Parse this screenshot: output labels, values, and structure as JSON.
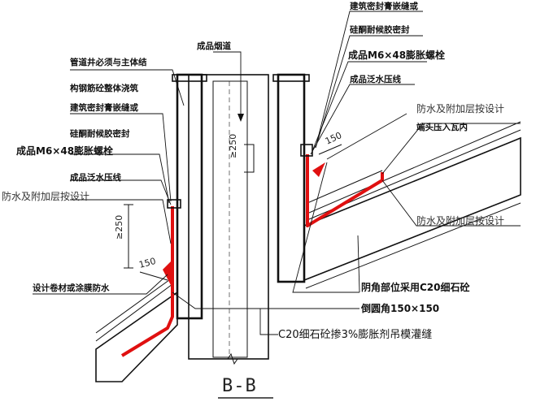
{
  "section_title": "B-B",
  "labels": {
    "flue": "成品烟道",
    "top_sealant_1": "建筑密封膏嵌缝或",
    "top_sealant_2": "硅酮耐候胶密封",
    "top_bolt": "成品M6×48膨胀螺栓",
    "top_flashing": "成品泛水压线",
    "right_waterproof": "防水及附加层按设计",
    "right_tile_end": "端头压入瓦内",
    "right_waterproof_2": "防水及附加层按设计",
    "left_shaft_1": "管道井必须与主体结",
    "left_shaft_2": "构钢筋砼整体浇筑",
    "left_sealant_1": "建筑密封膏嵌缝或",
    "left_sealant_2": "硅酮耐候胶密封",
    "left_bolt": "成品M6×48膨胀螺栓",
    "left_flashing": "成品泛水压线",
    "left_waterproof": "防水及附加层按设计",
    "left_membrane": "设计卷材或涂膜防水",
    "corner_1": "阴角部位采用C20细石砼",
    "corner_2": "倒圆角150×150",
    "bottom_concrete": "C20细石砼掺3%膨胀剂吊模灌缝"
  },
  "dimensions": {
    "upright_center": "≥250",
    "upright_left": "≥250",
    "slope_left": "150",
    "slope_right": "150"
  }
}
